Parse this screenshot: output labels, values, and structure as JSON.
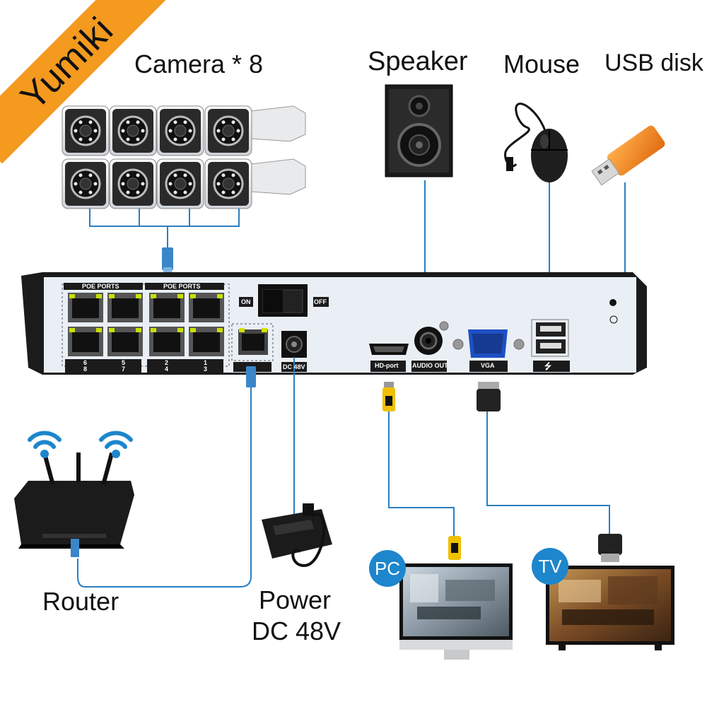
{
  "brand": {
    "watermark": "Yumiki",
    "color": "#f39a1f"
  },
  "devices": {
    "cameras": "Camera * 8",
    "speaker": "Speaker",
    "mouse": "Mouse",
    "usb_disk": "USB disk",
    "router": "Router",
    "power_line1": "Power",
    "power_line2": "DC 48V"
  },
  "nvr_panel": {
    "poe_ports_left": "POE PORTS",
    "poe_ports_right": "POE PORTS",
    "port_numbers_left": [
      "6",
      "5",
      "8",
      "7"
    ],
    "port_numbers_right": [
      "2",
      "1",
      "4",
      "3"
    ],
    "switch_on": "ON",
    "switch_off": "OFF",
    "dc_label": "DC 48V",
    "hdmi_label": "HD-port",
    "audio_label": "AUDIO OUT",
    "vga_label": "VGA",
    "usb_symbol": "⭍"
  },
  "displays": {
    "pc": "PC",
    "tv": "TV"
  },
  "colors": {
    "cable": "#2a7fc1",
    "panel": "#e9eff5",
    "chassis": "#1b1b1b",
    "badge": "#1d86cc"
  }
}
